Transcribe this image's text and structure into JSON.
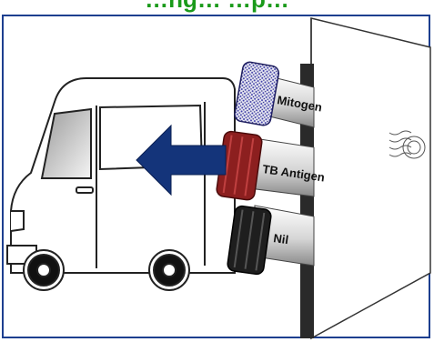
{
  "title": "…ng… …p…",
  "tubes": [
    {
      "label": "Mitogen",
      "cap_color": "#3b3ba6"
    },
    {
      "label": "TB Antigen",
      "cap_color": "#8c1f1f"
    },
    {
      "label": "Nil",
      "cap_color": "#222222"
    }
  ],
  "arrow_color": "#14347a",
  "frame_color": "#1d3f8f",
  "title_color": "#1a9a1a",
  "icons": [
    "van-icon",
    "incubator-box-icon",
    "fan-vent-icon",
    "arrow-left-icon"
  ]
}
